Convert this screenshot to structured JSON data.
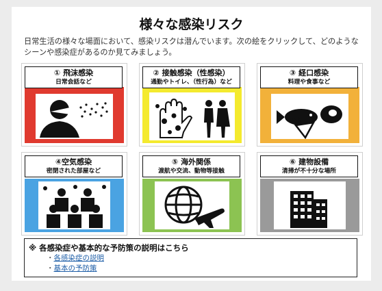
{
  "title": "様々な感染リスク",
  "intro": "日常生活の様々な場面において、感染リスクは潜んでいます。次の絵をクリックして、どのようなシーンや感染症があるのか見てみましょう。",
  "colors": {
    "red": "#e03a2f",
    "yellow": "#f4ea2e",
    "orange": "#f2b13a",
    "blue": "#4aa3e2",
    "green": "#8cc352",
    "gray": "#9a9a9a"
  },
  "cards": [
    {
      "title": "① 飛沫感染",
      "subtitle": "日常会話など",
      "icon": "cough-icon"
    },
    {
      "title": "② 接触感染（性感染）",
      "subtitle": "通勤やトイレ、（性行為）など",
      "icon": "hand-germs-icon"
    },
    {
      "title": "③ 経口感染",
      "subtitle": "料理や食事など",
      "icon": "food-icon"
    },
    {
      "title": "④空気感染",
      "subtitle": "密閉された部屋など",
      "icon": "crowd-icon"
    },
    {
      "title": "⑤ 海外関係",
      "subtitle": "渡航や交流、動物等接触",
      "icon": "globe-plane-icon"
    },
    {
      "title": "⑥ 建物設備",
      "subtitle": "清掃が不十分な場所",
      "icon": "building-icon"
    }
  ],
  "info": {
    "heading": "※ 各感染症や基本的な予防策の説明はこちら",
    "links": [
      "各感染症の説明",
      "基本の予防策"
    ]
  }
}
